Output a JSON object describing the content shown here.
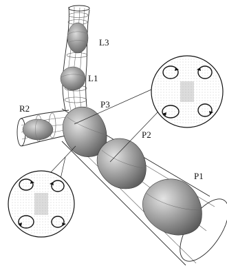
{
  "labels": {
    "l3": "L3",
    "l1": "L1",
    "r2": "R2",
    "p3": "P3",
    "p2": "P2",
    "p1": "P1"
  },
  "colors": {
    "wireframe": "#222222",
    "mesh": "#555555",
    "bolus_dark": "#6e6e6e",
    "bolus_mid": "#9e9e9e",
    "bolus_light": "#d6d6d6",
    "vector_field": "#888888"
  }
}
